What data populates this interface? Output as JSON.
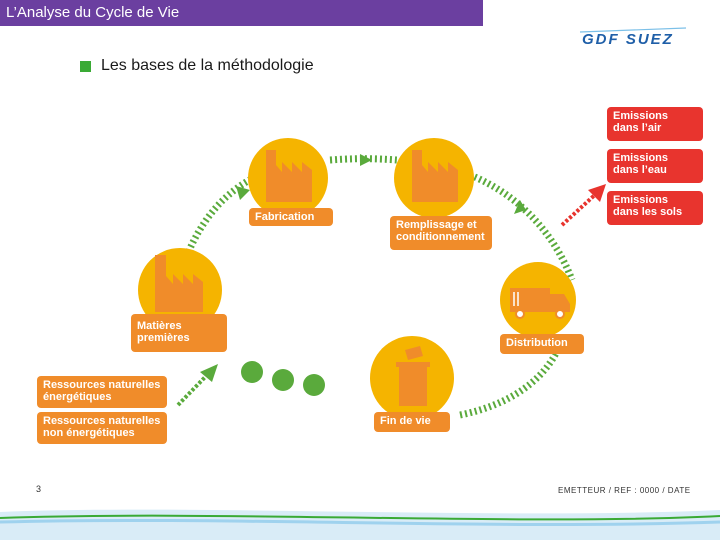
{
  "header": {
    "title": "L’Analyse du Cycle de Vie",
    "logo_text": "GDF SUEZ"
  },
  "slide": {
    "subtitle": "Les bases de la méthodologie"
  },
  "diagram": {
    "stages": [
      {
        "label": "Fabrication"
      },
      {
        "label": "Remplissage et\nconditionnement"
      },
      {
        "label": "Distribution"
      },
      {
        "label": "Fin de vie"
      },
      {
        "label": "Matières\npremières"
      }
    ],
    "inputs": [
      {
        "label": "Ressources naturelles\nénergétiques"
      },
      {
        "label": "Ressources naturelles\nnon énergétiques"
      }
    ],
    "emissions": [
      {
        "label": "Emissions\ndans l’air"
      },
      {
        "label": "Emissions\ndans l’eau"
      },
      {
        "label": "Emissions\ndans les sols"
      }
    ],
    "colors": {
      "stage": "#f08c2a",
      "emission": "#e8342e",
      "loop": "#5aaa3c",
      "circle": "#f5b400",
      "building": "#f08c2a"
    }
  },
  "footer": {
    "page_number": "3",
    "reference": "EMETTEUR / REF : 0000 / DATE"
  }
}
